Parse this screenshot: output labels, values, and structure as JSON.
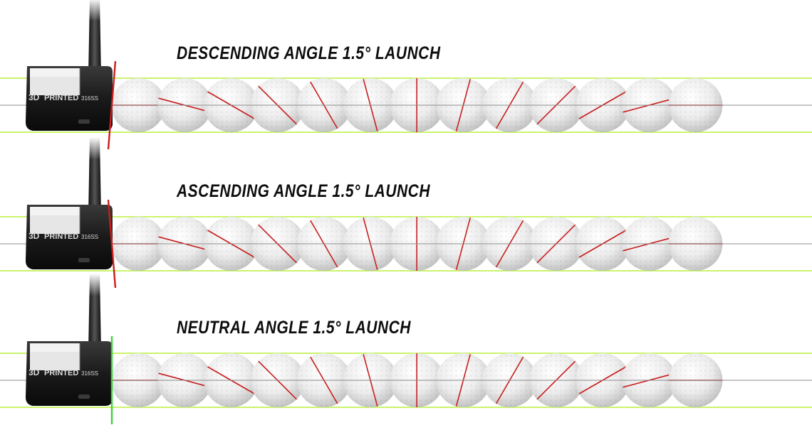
{
  "panels": [
    {
      "title": "DESCENDING ANGLE  1.5° LAUNCH",
      "face_line_color": "#cc1d1d",
      "face_lean": -1
    },
    {
      "title": "ASCENDING ANGLE  1.5° LAUNCH",
      "face_line_color": "#cc1d1d",
      "face_lean": 1
    },
    {
      "title": "NEUTRAL ANGLE  1.5° LAUNCH",
      "face_line_color": "#3cd23c",
      "face_lean": 0
    }
  ],
  "putter": {
    "brand_mark": "3D",
    "brand_text": "PRINTED",
    "model": "316SS",
    "head_color": "#1c1c1c",
    "top_plate_color": "#e6e6e6"
  },
  "ball_sequence": {
    "count": 13,
    "marker_color": "#c81e1e",
    "marker_angles_deg": [
      0,
      15,
      30,
      45,
      60,
      75,
      90,
      105,
      120,
      135,
      150,
      165,
      0
    ],
    "ball_color": "#eeeeee"
  },
  "guide_lines": {
    "limit_color": "#b9f03c",
    "center_color": "#8c8c8c"
  }
}
